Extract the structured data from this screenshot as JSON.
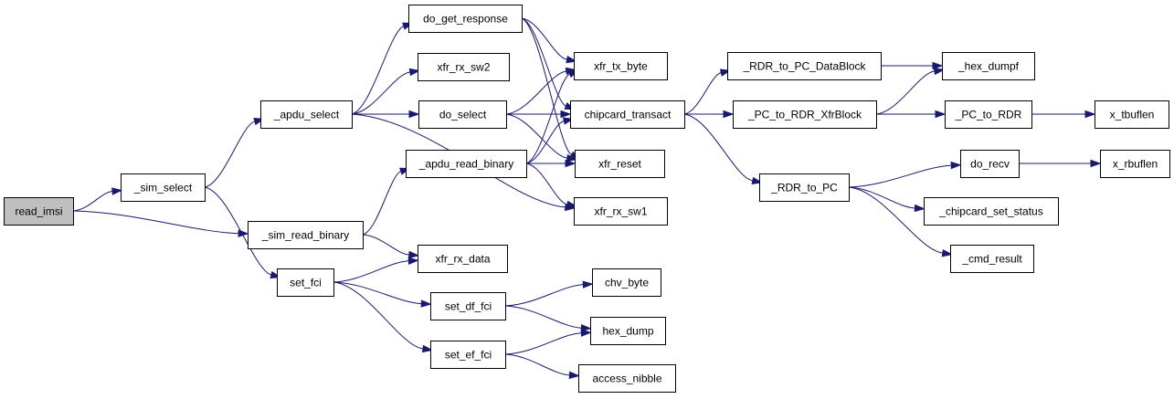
{
  "diagram": {
    "colors": {
      "edge": "#191970",
      "root_fill": "#bfbfbf",
      "node_fill": "#ffffff",
      "node_border": "#000000"
    },
    "nodes": [
      {
        "id": "read_imsi",
        "label": "read_imsi",
        "root": true
      },
      {
        "id": "sim_select",
        "label": "_sim_select"
      },
      {
        "id": "sim_read_binary",
        "label": "_sim_read_binary"
      },
      {
        "id": "set_fci",
        "label": "set_fci"
      },
      {
        "id": "apdu_select",
        "label": "_apdu_select"
      },
      {
        "id": "apdu_read_binary",
        "label": "_apdu_read_binary"
      },
      {
        "id": "do_get_response",
        "label": "do_get_response"
      },
      {
        "id": "xfr_rx_sw2",
        "label": "xfr_rx_sw2"
      },
      {
        "id": "do_select",
        "label": "do_select"
      },
      {
        "id": "xfr_rx_data",
        "label": "xfr_rx_data"
      },
      {
        "id": "set_df_fci",
        "label": "set_df_fci"
      },
      {
        "id": "set_ef_fci",
        "label": "set_ef_fci"
      },
      {
        "id": "xfr_tx_byte",
        "label": "xfr_tx_byte"
      },
      {
        "id": "chipcard_transact",
        "label": "chipcard_transact"
      },
      {
        "id": "xfr_reset",
        "label": "xfr_reset"
      },
      {
        "id": "xfr_rx_sw1",
        "label": "xfr_rx_sw1"
      },
      {
        "id": "chv_byte",
        "label": "chv_byte"
      },
      {
        "id": "hex_dump",
        "label": "hex_dump"
      },
      {
        "id": "access_nibble",
        "label": "access_nibble"
      },
      {
        "id": "RDR_to_PC_DataBlock",
        "label": "_RDR_to_PC_DataBlock"
      },
      {
        "id": "PC_to_RDR_XfrBlock",
        "label": "_PC_to_RDR_XfrBlock"
      },
      {
        "id": "RDR_to_PC",
        "label": "_RDR_to_PC"
      },
      {
        "id": "hex_dumpf",
        "label": "_hex_dumpf"
      },
      {
        "id": "PC_to_RDR",
        "label": "_PC_to_RDR"
      },
      {
        "id": "do_recv",
        "label": "do_recv"
      },
      {
        "id": "chipcard_set_status",
        "label": "_chipcard_set_status"
      },
      {
        "id": "cmd_result",
        "label": "_cmd_result"
      },
      {
        "id": "x_tbuflen",
        "label": "x_tbuflen"
      },
      {
        "id": "x_rbuflen",
        "label": "x_rbuflen"
      }
    ],
    "edges": [
      [
        "read_imsi",
        "sim_select"
      ],
      [
        "read_imsi",
        "sim_read_binary"
      ],
      [
        "sim_select",
        "apdu_select"
      ],
      [
        "sim_select",
        "set_fci"
      ],
      [
        "apdu_select",
        "do_get_response"
      ],
      [
        "apdu_select",
        "xfr_rx_sw2"
      ],
      [
        "apdu_select",
        "do_select"
      ],
      [
        "apdu_select",
        "xfr_rx_sw1"
      ],
      [
        "sim_read_binary",
        "apdu_read_binary"
      ],
      [
        "sim_read_binary",
        "xfr_rx_data"
      ],
      [
        "set_fci",
        "xfr_rx_data"
      ],
      [
        "set_fci",
        "set_df_fci"
      ],
      [
        "set_fci",
        "set_ef_fci"
      ],
      [
        "do_get_response",
        "xfr_tx_byte"
      ],
      [
        "do_get_response",
        "chipcard_transact"
      ],
      [
        "do_get_response",
        "xfr_reset"
      ],
      [
        "do_select",
        "xfr_tx_byte"
      ],
      [
        "do_select",
        "chipcard_transact"
      ],
      [
        "do_select",
        "xfr_reset"
      ],
      [
        "apdu_read_binary",
        "xfr_tx_byte"
      ],
      [
        "apdu_read_binary",
        "chipcard_transact"
      ],
      [
        "apdu_read_binary",
        "xfr_reset"
      ],
      [
        "apdu_read_binary",
        "xfr_rx_sw1"
      ],
      [
        "set_df_fci",
        "chv_byte"
      ],
      [
        "set_df_fci",
        "hex_dump"
      ],
      [
        "set_ef_fci",
        "hex_dump"
      ],
      [
        "set_ef_fci",
        "access_nibble"
      ],
      [
        "chipcard_transact",
        "RDR_to_PC_DataBlock"
      ],
      [
        "chipcard_transact",
        "PC_to_RDR_XfrBlock"
      ],
      [
        "chipcard_transact",
        "RDR_to_PC"
      ],
      [
        "RDR_to_PC_DataBlock",
        "hex_dumpf"
      ],
      [
        "PC_to_RDR_XfrBlock",
        "hex_dumpf"
      ],
      [
        "PC_to_RDR_XfrBlock",
        "PC_to_RDR"
      ],
      [
        "PC_to_RDR",
        "x_tbuflen"
      ],
      [
        "RDR_to_PC",
        "do_recv"
      ],
      [
        "RDR_to_PC",
        "chipcard_set_status"
      ],
      [
        "RDR_to_PC",
        "cmd_result"
      ],
      [
        "do_recv",
        "x_rbuflen"
      ]
    ]
  }
}
